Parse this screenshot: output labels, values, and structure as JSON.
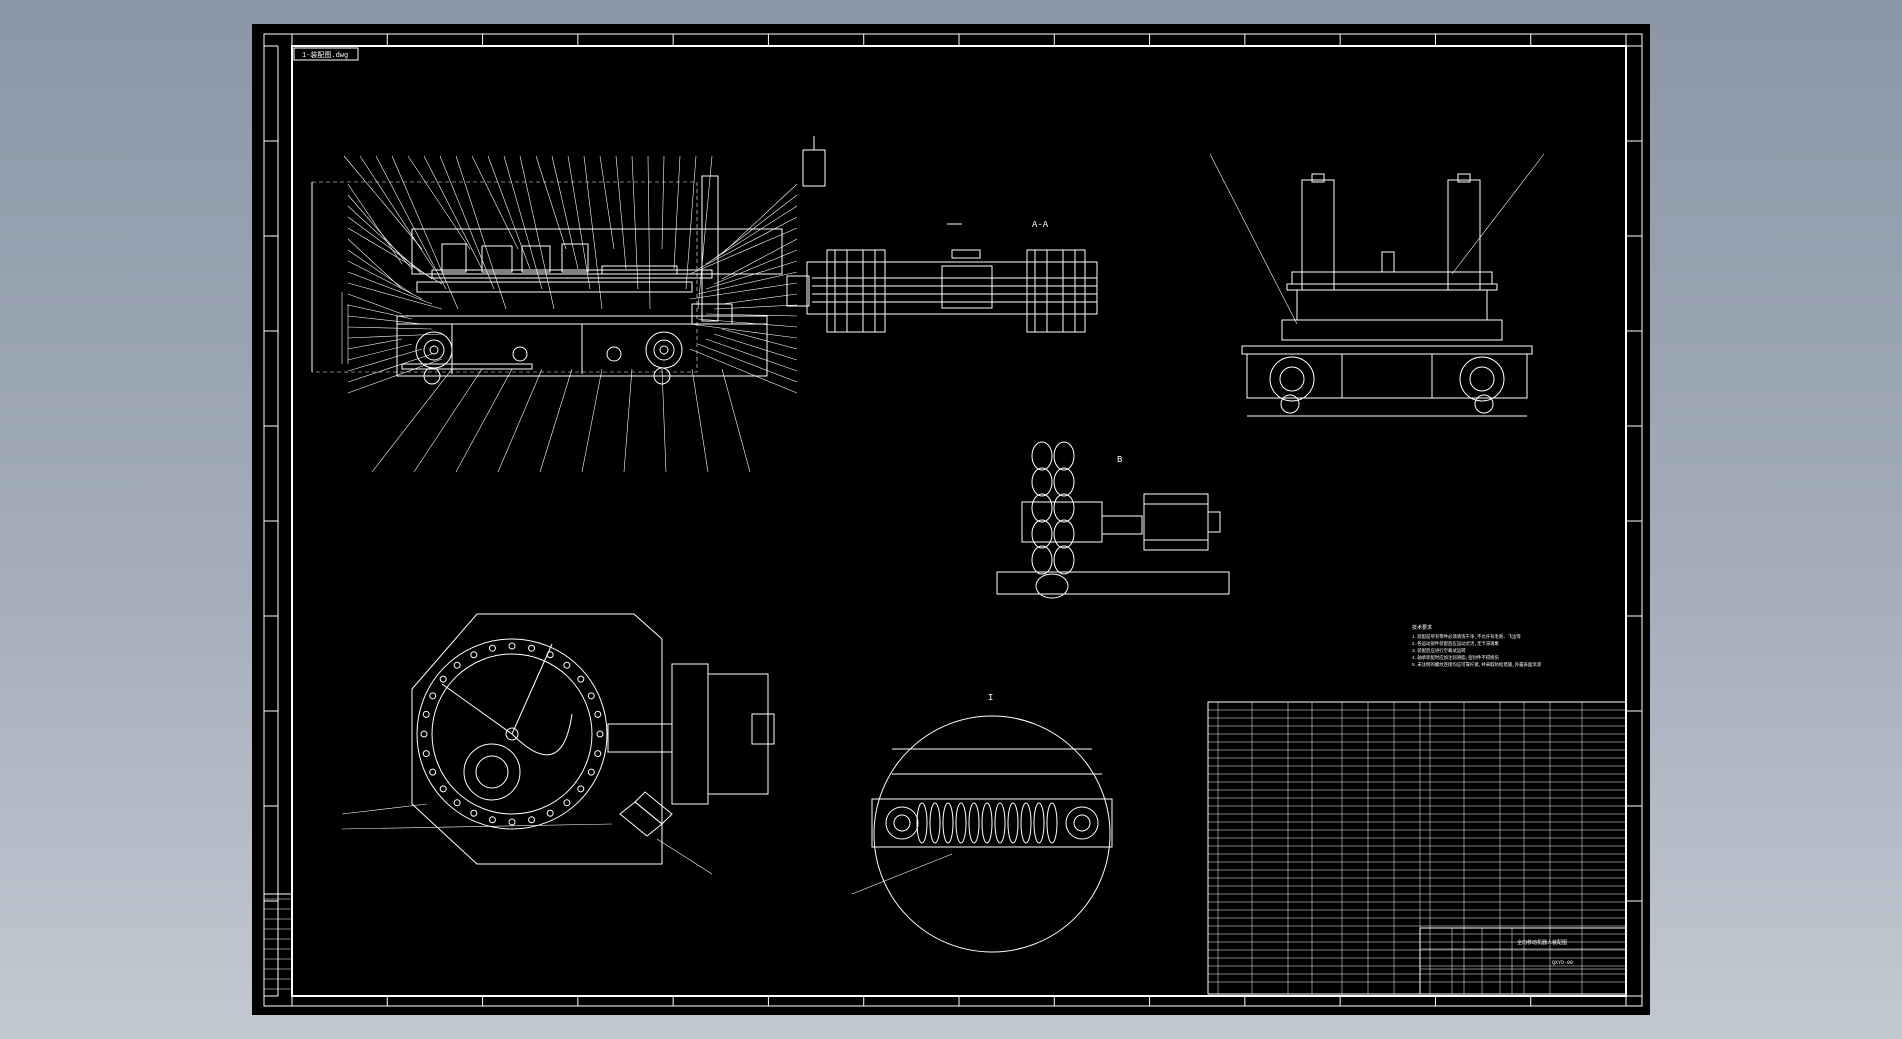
{
  "drawing": {
    "title_tag": "1-装配图.dwg",
    "section_label": "A-A",
    "view_label": "B",
    "detail_label": "I",
    "note_heading": "技术要求",
    "notes": [
      "1.装配前所有零件必须清洗干净,不允许有毛刺、飞边等",
      "2.各运动部件装配后应运动灵活,无卡滞现象",
      "3.装配后应进行空载试运转",
      "4.轴承装配时应加注润滑脂,密封件不得损伤",
      "5.未注明的螺纹连接均应可靠拧紧,并采取防松措施,外露表面涂漆"
    ],
    "title_block": {
      "name": "全向移动机器人装配图",
      "drawing_no": "QXYD-00"
    },
    "colors": {
      "sheet": "#000000",
      "line": "#ffffff",
      "background_top": "#8b97a7",
      "background_bottom": "#c3c9d2"
    }
  }
}
